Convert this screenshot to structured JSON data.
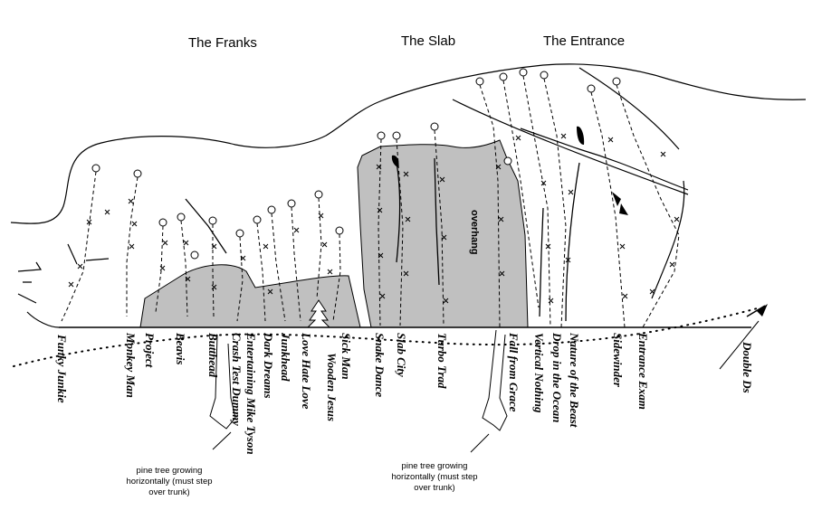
{
  "areas": {
    "franks": "The Franks",
    "slab": "The Slab",
    "entrance": "The Entrance"
  },
  "features": {
    "overhang": "overhang"
  },
  "notes": {
    "pine_left": "pine tree growing horizontally (must step over trunk)",
    "pine_right": "pine tree growing horizontally (must step over trunk)"
  },
  "routes": [
    "Funky Junkie",
    "Monkey Man",
    "Project",
    "Beavis",
    "Butthead",
    "Crash Test Dummy",
    "Entertaining Mike Tyson",
    "Dark Dreams",
    "Junkhead",
    "Love Hate Love",
    "Wooden Jesus",
    "Sick Man",
    "Snake Dance",
    "Slab City",
    "Turbo Trad",
    "Fall from Grace",
    "Vertical Nothing",
    "Drop in the Ocean",
    "Nature of the Beast",
    "Sidewinder",
    "Entrance Exam",
    "Double Ds"
  ],
  "colors": {
    "rock_fill": "#c0c0c0",
    "ink": "#000000",
    "background": "#ffffff"
  },
  "icons": [
    "pine-tree-icon",
    "belay-anchor-icon",
    "bolt-marker-icon",
    "north-arrow-icon"
  ]
}
